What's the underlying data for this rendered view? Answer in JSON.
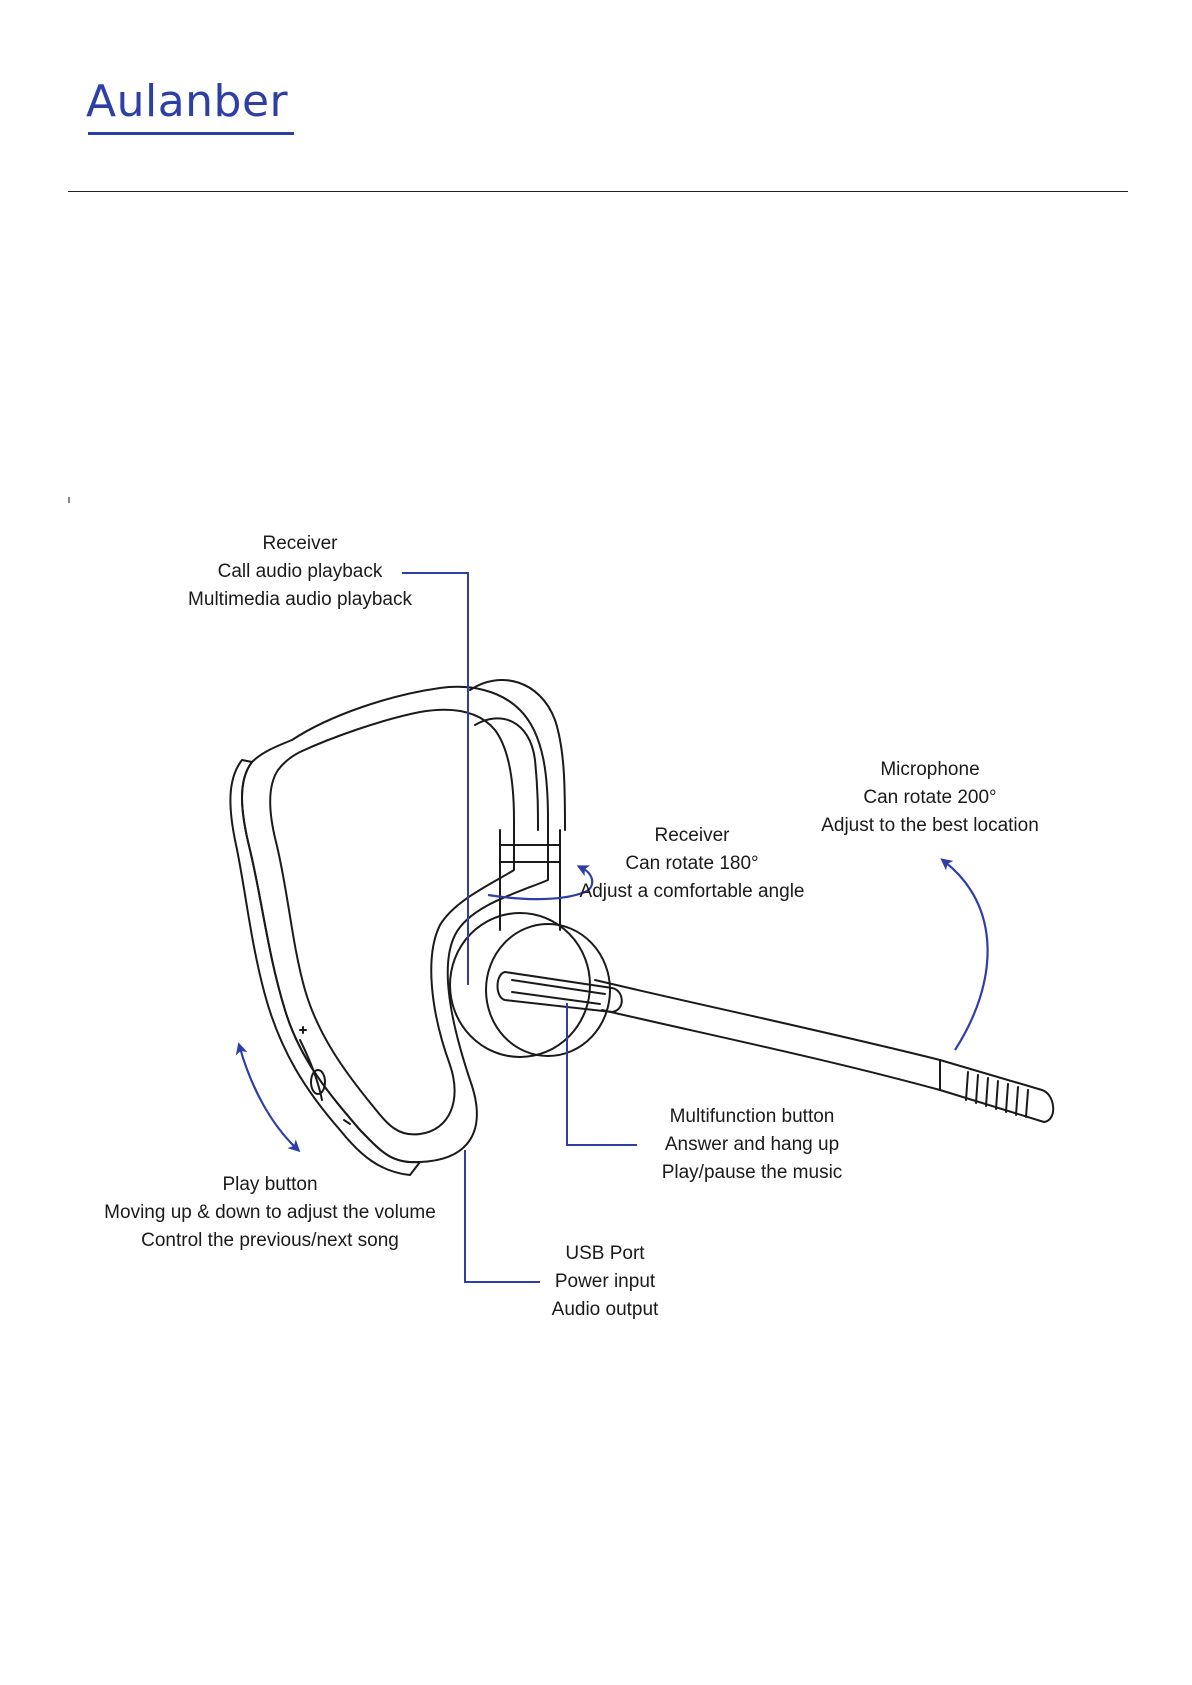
{
  "brand": {
    "logo_text": "Aulanber",
    "accent_color": "#2d3fa6",
    "arrow_color": "#2d3fa6",
    "leader_color": "#2d3fa6"
  },
  "diagram": {
    "subject": "earpiece-headset",
    "callouts": {
      "receiver_top": {
        "lines": [
          "Receiver",
          "Call audio playback",
          "Multimedia audio playback"
        ]
      },
      "receiver_rotate": {
        "lines": [
          "Receiver",
          "Can rotate 180°",
          "Adjust a comfortable angle"
        ]
      },
      "microphone": {
        "lines": [
          "Microphone",
          "Can rotate 200°",
          "Adjust to the best location"
        ]
      },
      "multifunction": {
        "lines": [
          "Multifunction button",
          "Answer and hang up",
          "Play/pause the music"
        ]
      },
      "play_button": {
        "lines": [
          "Play button",
          "Moving up & down to adjust the volume",
          "Control the previous/next song"
        ]
      },
      "usb_port": {
        "lines": [
          "USB Port",
          "Power input",
          "Audio output"
        ]
      }
    }
  }
}
